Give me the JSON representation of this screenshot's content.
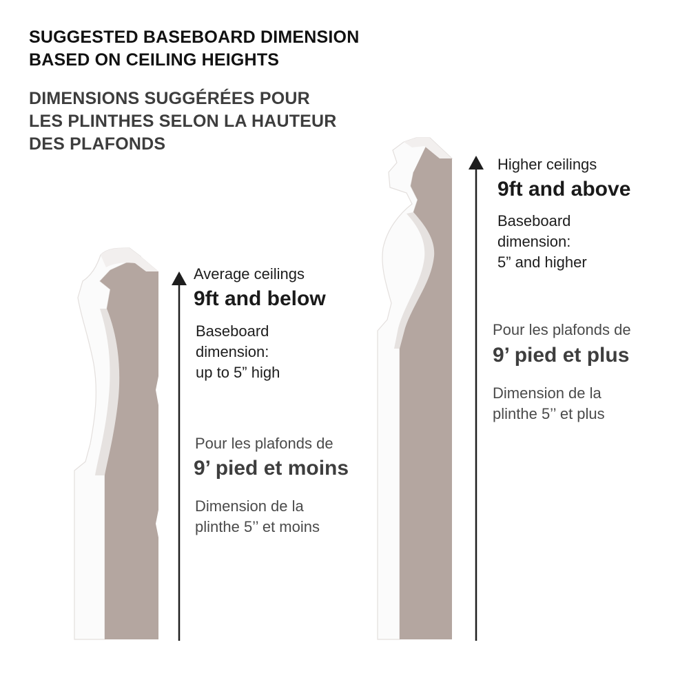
{
  "header": {
    "title_en_line1": "SUGGESTED BASEBOARD DIMENSION",
    "title_en_line2": "BASED ON CEILING HEIGHTS",
    "title_fr_line1": "DIMENSIONS SUGGÉRÉES POUR",
    "title_fr_line2": "LES PLINTHES SELON LA HAUTEUR",
    "title_fr_line3": "DES PLAFONDS"
  },
  "average": {
    "en_label": "Average ceilings",
    "en_height": "9ft and below",
    "en_desc_line1": "Baseboard",
    "en_desc_line2": "dimension:",
    "en_desc_line3": "up to 5” high",
    "fr_label": "Pour les plafonds de",
    "fr_height": "9’ pied et moins",
    "fr_desc_line1": "Dimension de la",
    "fr_desc_line2": "plinthe 5’’ et moins"
  },
  "higher": {
    "en_label": "Higher ceilings",
    "en_height": "9ft and above",
    "en_desc_line1": "Baseboard",
    "en_desc_line2": "dimension:",
    "en_desc_line3": "5” and higher",
    "fr_label": "Pour les plafonds de",
    "fr_height": "9’ pied et plus",
    "fr_desc_line1": "Dimension de la",
    "fr_desc_line2": "plinthe 5’’ et plus"
  },
  "colors": {
    "profile_face": "#b4a6a0",
    "profile_white": "#fbfbfb",
    "profile_shade": "#e6e2e0",
    "arrow": "#1e1e1e"
  }
}
